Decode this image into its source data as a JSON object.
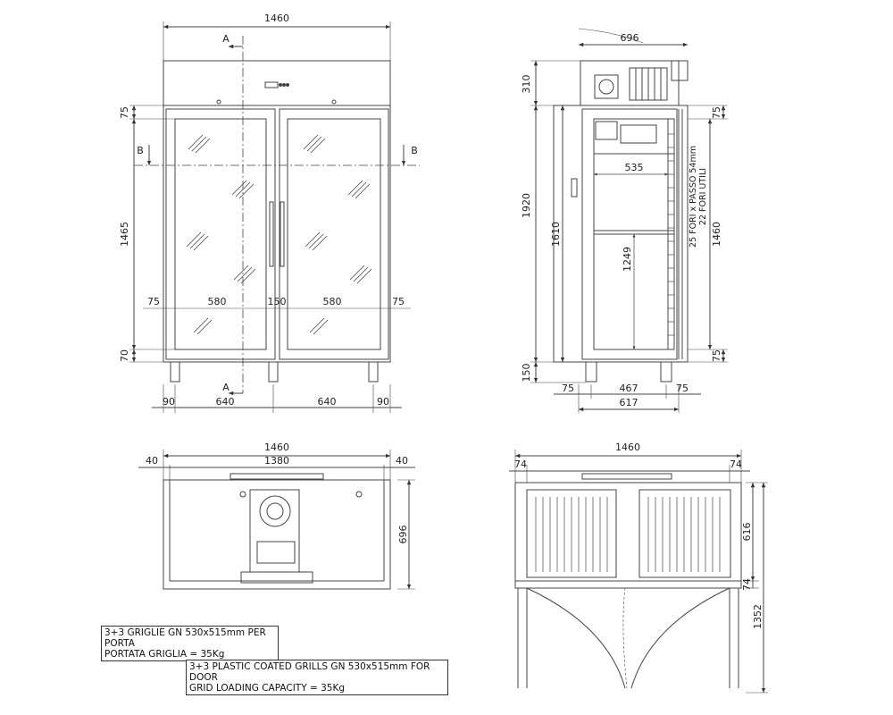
{
  "front_view": {
    "overall_width": "1460",
    "door_height": "1465",
    "top_frame": "75",
    "bottom_frame": "70",
    "side_margin_left": "75",
    "glass_left": "580",
    "center_gap": "150",
    "glass_right": "580",
    "side_margin_right": "75",
    "foot_left": "90",
    "foot_span_left": "640",
    "foot_span_right": "640",
    "foot_right": "90",
    "section_a_top": "A",
    "section_a_bottom": "A",
    "section_b_left": "B",
    "section_b_right": "B"
  },
  "side_view": {
    "depth": "696",
    "unit_height": "310",
    "top_frame": "75",
    "total_height": "1920",
    "cabinet_height": "1610",
    "shelf_width": "535",
    "rack_spec_1": "25 FORI x PASSO 54mm",
    "rack_spec_2": "22 FORI UTILI",
    "rack_height": "1460",
    "inner_height": "1249",
    "bottom_frame": "75",
    "feet_height": "150",
    "foot_margin_left": "75",
    "foot_span": "467",
    "foot_margin_right": "75",
    "base_depth": "617"
  },
  "top_view": {
    "overall_width": "1460",
    "margin_left": "40",
    "inner_width": "1380",
    "margin_right": "40",
    "depth": "696"
  },
  "plan_view": {
    "overall_width": "1460",
    "margin_left": "74",
    "margin_right": "74",
    "body_depth": "616",
    "door_offset": "74",
    "open_depth": "1352"
  },
  "notes": {
    "it_line1": "3+3 GRIGLIE GN 530x515mm PER PORTA",
    "it_line2": "PORTATA GRIGLIA = 35Kg",
    "en_line1": "3+3 PLASTIC COATED GRILLS GN 530x515mm FOR DOOR",
    "en_line2": "GRID LOADING CAPACITY = 35Kg"
  }
}
